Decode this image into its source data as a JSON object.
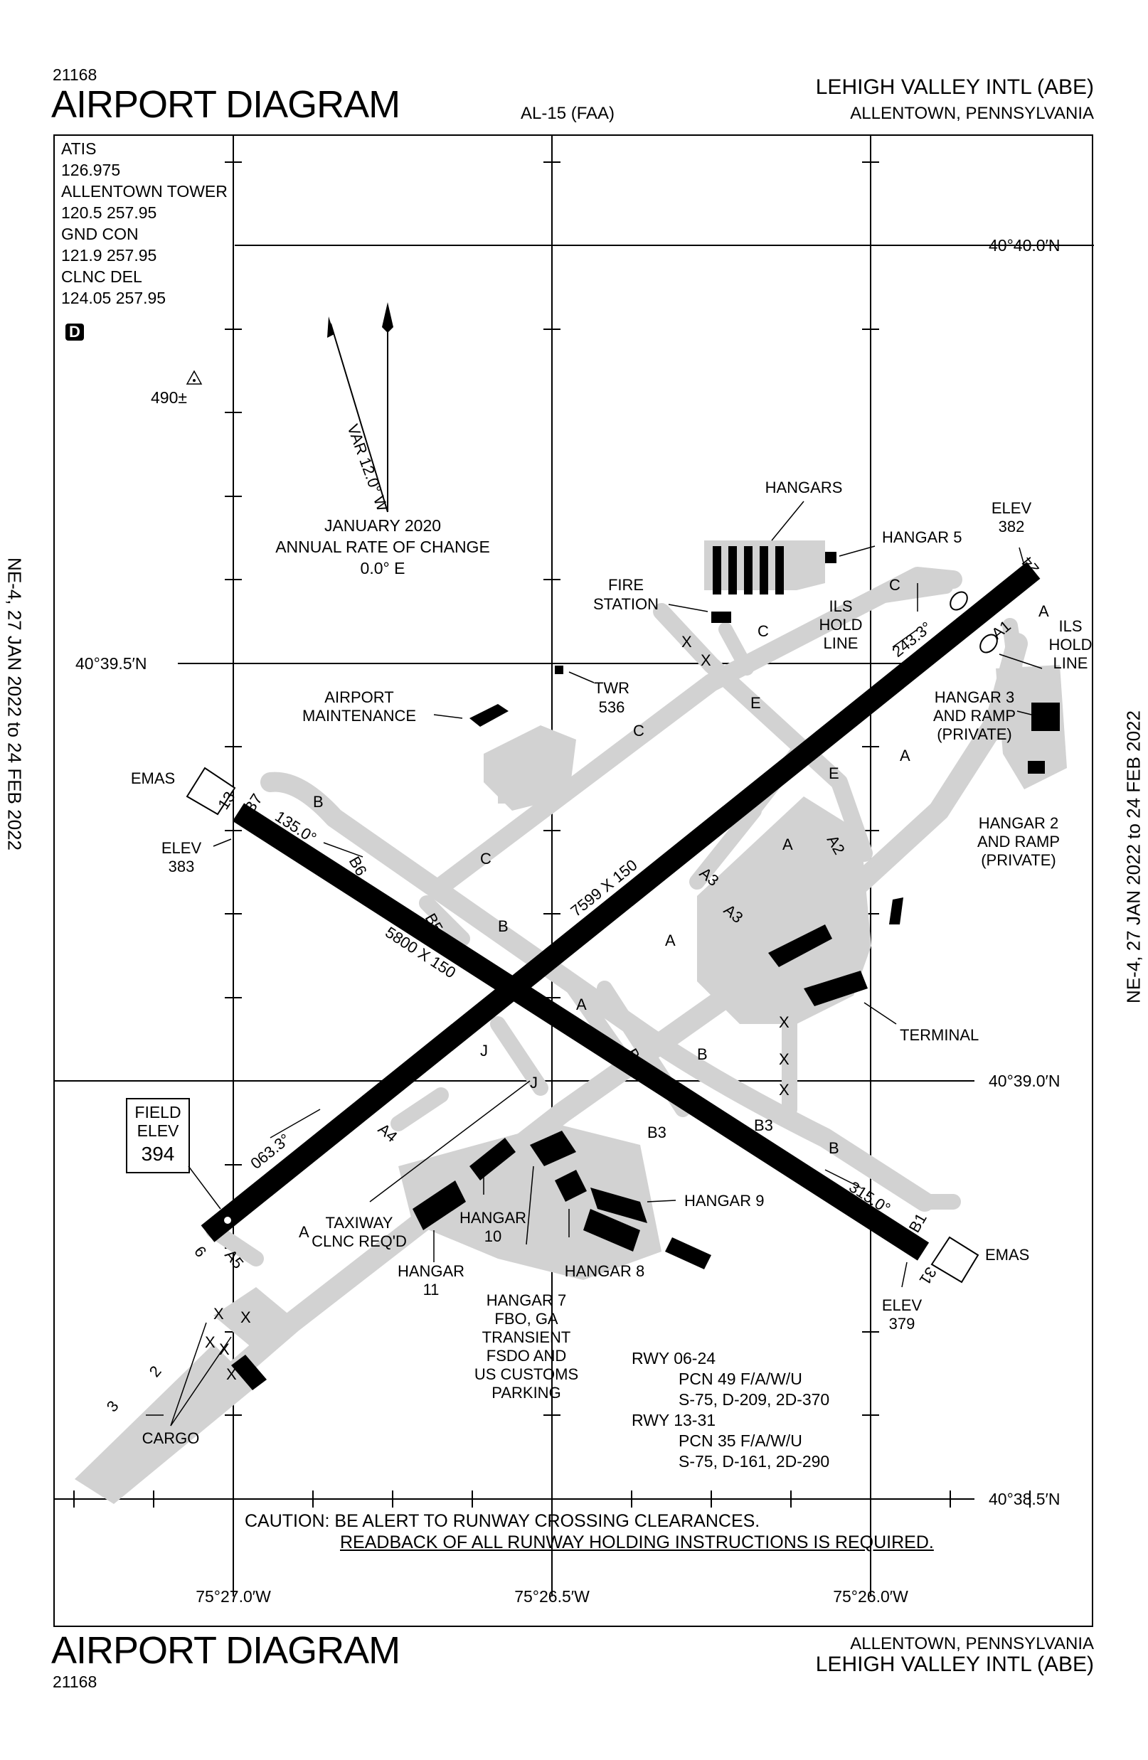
{
  "header": {
    "number": "21168",
    "title": "AIRPORT DIAGRAM",
    "series": "AL-15 (FAA)",
    "airport_name": "LEHIGH VALLEY INTL (ABE)",
    "city": "ALLENTOWN, PENNSYLVANIA"
  },
  "footer": {
    "number": "21168",
    "title": "AIRPORT DIAGRAM",
    "airport_name": "LEHIGH VALLEY INTL (ABE)",
    "city": "ALLENTOWN, PENNSYLVANIA"
  },
  "side_left": "NE-4, 27 JAN 2022 to 24 FEB 2022",
  "side_right": "NE-4, 27 JAN 2022 to 24 FEB 2022",
  "frequencies": [
    "ATIS",
    "126.975",
    "ALLENTOWN TOWER",
    "120.5 257.95",
    "GND CON",
    "121.9 257.95",
    "CLNC DEL",
    "124.05 257.95"
  ],
  "airspace_badge": "D",
  "obstacle": "490",
  "obstacle_sign": "±",
  "variation": {
    "label": "VAR 12.0° W",
    "date": "JANUARY 2020",
    "rate_label": "ANNUAL RATE OF CHANGE",
    "rate": "0.0° E"
  },
  "coords": {
    "lat_top": "40°40.0′N",
    "lat_mid": "40°39.5′N",
    "lat_low": "40°39.0′N",
    "lat_bottom": "40°38.5′N",
    "lon_left": "75°27.0′W",
    "lon_mid": "75°26.5′W",
    "lon_right": "75°26.0′W"
  },
  "runways": {
    "rwy_06_24_dims": "7599 X 150",
    "rwy_13_31_dims": "5800 X 150",
    "hdg_063": "063.3°",
    "hdg_243": "243.3°",
    "hdg_135": "135.0°",
    "hdg_315": "315.0°",
    "num_6": "6",
    "num_24": "24",
    "num_13": "13",
    "num_31": "31"
  },
  "elevations": {
    "elev_382": [
      "ELEV",
      "382"
    ],
    "elev_383": [
      "ELEV",
      "383"
    ],
    "elev_379": [
      "ELEV",
      "379"
    ],
    "field_elev": [
      "FIELD",
      "ELEV",
      "394"
    ]
  },
  "labels": {
    "hangars": "HANGARS",
    "hangar5": "HANGAR 5",
    "fire_station": [
      "FIRE",
      "STATION"
    ],
    "ils_hold_line_1": [
      "ILS",
      "HOLD",
      "LINE"
    ],
    "ils_hold_line_2": [
      "ILS",
      "HOLD",
      "LINE"
    ],
    "twr": [
      "TWR",
      "536"
    ],
    "airport_maintenance": [
      "AIRPORT",
      "MAINTENANCE"
    ],
    "hangar3": [
      "HANGAR 3",
      "AND RAMP",
      "(PRIVATE)"
    ],
    "hangar2": [
      "HANGAR 2",
      "AND RAMP",
      "(PRIVATE)"
    ],
    "emas_left": "EMAS",
    "emas_right": "EMAS",
    "terminal": "TERMINAL",
    "hangar9": "HANGAR 9",
    "hangar8": "HANGAR 8",
    "hangar10": [
      "HANGAR",
      "10"
    ],
    "hangar11": [
      "HANGAR",
      "11"
    ],
    "taxiway_clnc": [
      "TAXIWAY",
      "CLNC REQ'D"
    ],
    "hangar7": [
      "HANGAR 7",
      "FBO, GA",
      "TRANSIENT",
      "FSDO AND",
      "US CUSTOMS",
      "PARKING"
    ],
    "cargo": "CARGO"
  },
  "taxiways": {
    "A": "A",
    "A1": "A1",
    "A2": "A2",
    "A3": "A3",
    "A4": "A4",
    "A5": "A5",
    "B": "B",
    "B1": "B1",
    "B3": "B3",
    "B4": "B4",
    "B5": "B5",
    "B6": "B6",
    "B7": "B7",
    "C": "C",
    "E": "E",
    "J": "J",
    "X": "X",
    "ramp2": "2",
    "ramp3": "3"
  },
  "pcn": [
    "RWY 06-24",
    "PCN  49 F/A/W/U",
    "S-75, D-209, 2D-370",
    "RWY 13-31",
    "PCN  35 F/A/W/U",
    "S-75, D-161, 2D-290"
  ],
  "caution": {
    "line1": "CAUTION: BE ALERT TO RUNWAY CROSSING CLEARANCES.",
    "line2": "READBACK OF ALL RUNWAY HOLDING INSTRUCTIONS IS REQUIRED."
  }
}
